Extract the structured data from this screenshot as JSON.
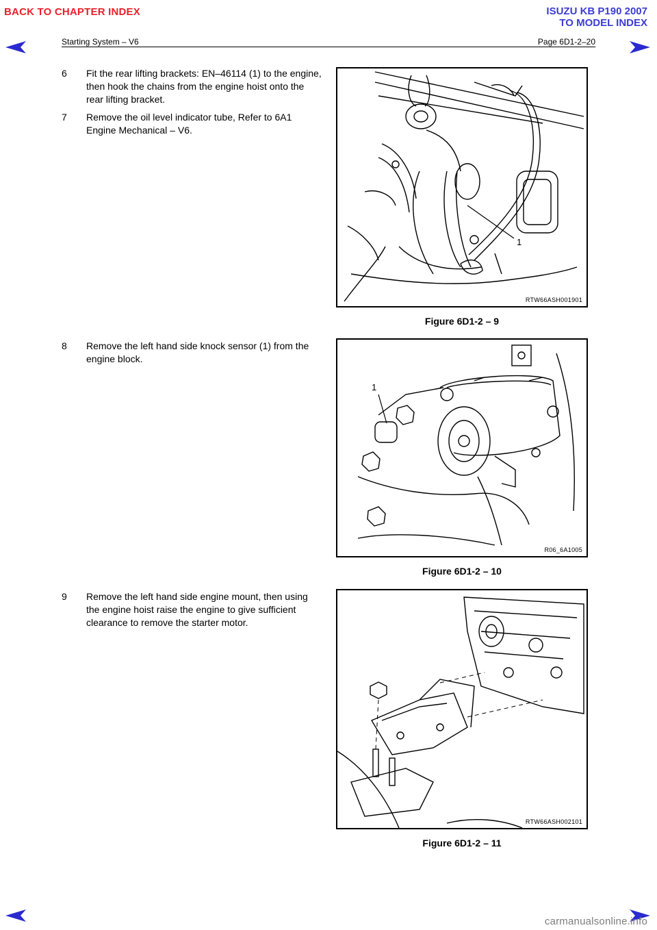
{
  "nav": {
    "back_chapter": "BACK TO CHAPTER INDEX",
    "model_line1": "ISUZU KB P190 2007",
    "model_line2": "TO MODEL INDEX"
  },
  "header": {
    "section_title": "Starting System – V6",
    "page_number": "Page 6D1-2–20"
  },
  "steps": [
    {
      "num": "6",
      "text": "Fit the rear lifting brackets: EN–46114 (1) to the engine, then hook the chains from the engine hoist onto the rear lifting bracket."
    },
    {
      "num": "7",
      "text": "Remove the oil level indicator tube, Refer to 6A1 Engine Mechanical – V6."
    },
    {
      "num": "8",
      "text": "Remove the left hand side knock sensor (1) from the engine block."
    },
    {
      "num": "9",
      "text": "Remove the left hand side engine mount, then using the engine hoist raise the engine to give sufficient clearance to remove the starter motor."
    }
  ],
  "figures": [
    {
      "code": "RTW66ASH001901",
      "callout": "1",
      "caption": "Figure 6D1-2 –  9"
    },
    {
      "code": "R06_6A1005",
      "callout": "1",
      "caption": "Figure 6D1-2 –  10"
    },
    {
      "code": "RTW66ASH002101",
      "caption": "Figure 6D1-2 –  11"
    }
  ],
  "watermark": "carmanualsonline.info",
  "colors": {
    "nav_red": "#e8212a",
    "nav_blue": "#3b3bd6",
    "arrow": "#2a2ad0"
  },
  "icons": [
    "prev-page-arrow-icon",
    "next-page-arrow-icon"
  ]
}
